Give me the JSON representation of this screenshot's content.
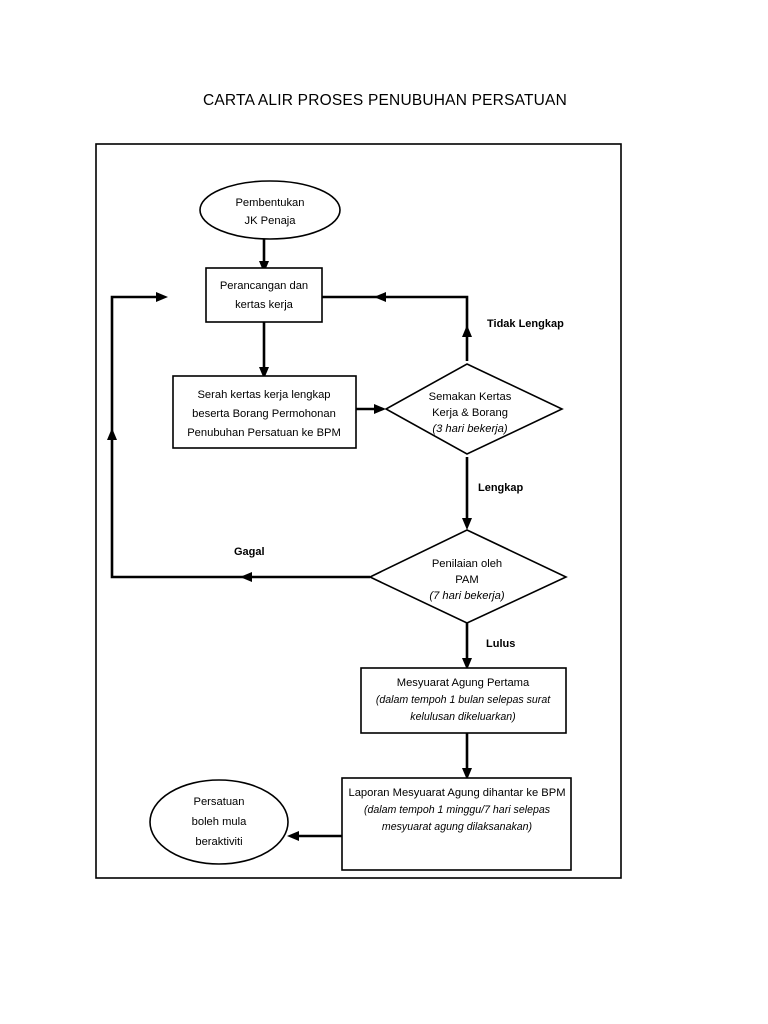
{
  "document": {
    "title": "CARTA ALIR PROSES PENUBUHAN PERSATUAN",
    "background_color": "#ffffff",
    "line_color": "#000000"
  },
  "diagram": {
    "type": "flowchart",
    "orientation": "top-to-bottom",
    "nodes": [
      {
        "id": "start",
        "shape": "ellipse",
        "lines": [
          "Pembentukan",
          "JK Penaja"
        ]
      },
      {
        "id": "planning",
        "shape": "rectangle",
        "lines": [
          "Perancangan dan",
          "kertas kerja"
        ]
      },
      {
        "id": "submit",
        "shape": "rectangle",
        "lines": [
          "Serah kertas kerja lengkap",
          "beserta Borang Permohonan",
          "Penubuhan Persatuan ke BPM"
        ]
      },
      {
        "id": "check",
        "shape": "diamond",
        "lines": [
          "Semakan Kertas",
          "Kerja & Borang",
          "(3 hari bekerja)"
        ],
        "italic_lines": [
          2
        ]
      },
      {
        "id": "assess",
        "shape": "diamond",
        "lines": [
          "Penilaian oleh",
          "PAM",
          "(7 hari bekerja)"
        ],
        "italic_lines": [
          2
        ]
      },
      {
        "id": "agm",
        "shape": "rectangle",
        "lines": [
          "Mesyuarat Agung Pertama",
          "(dalam tempoh 1 bulan selepas surat",
          "kelulusan dikeluarkan)"
        ],
        "italic_lines": [
          1,
          2
        ]
      },
      {
        "id": "report",
        "shape": "rectangle",
        "lines": [
          "Laporan Mesyuarat Agung dihantar ke BPM",
          "(dalam tempoh 1 minggu/7 hari  selepas",
          "mesyuarat agung dilaksanakan)"
        ],
        "italic_lines": [
          1,
          2
        ]
      },
      {
        "id": "end",
        "shape": "ellipse",
        "lines": [
          "Persatuan",
          "boleh mula",
          "beraktiviti"
        ]
      }
    ],
    "edge_labels": [
      {
        "id": "tidak-lengkap",
        "text": "Tidak Lengkap",
        "from": "check",
        "to": "planning"
      },
      {
        "id": "lengkap",
        "text": "Lengkap",
        "from": "check",
        "to": "assess"
      },
      {
        "id": "gagal",
        "text": "Gagal",
        "from": "assess",
        "to": "planning"
      },
      {
        "id": "lulus",
        "text": "Lulus",
        "from": "assess",
        "to": "agm"
      }
    ]
  }
}
